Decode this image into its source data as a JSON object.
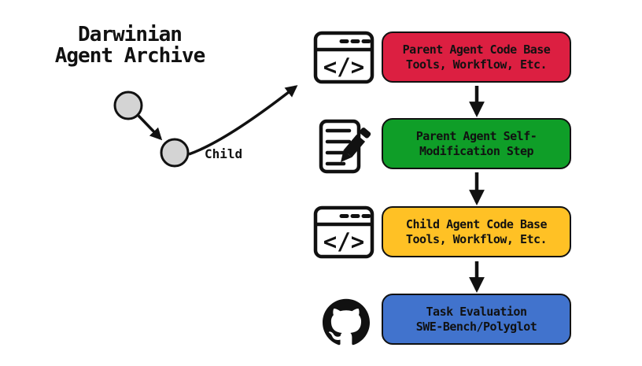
{
  "archive": {
    "title_line1": "Darwinian",
    "title_line2": "Agent Archive",
    "child_label": "Child",
    "node_fill": "#d4d4d4",
    "node_stroke": "#111111"
  },
  "flow": {
    "code_glyph": "</>",
    "steps": [
      {
        "icon": "code-window-icon",
        "line1": "Parent Agent Code Base",
        "line2": "Tools, Workflow, Etc.",
        "color": "#dc1f41"
      },
      {
        "icon": "edit-document-icon",
        "line1": "Parent Agent Self-",
        "line2": "Modification Step",
        "color": "#0f9e28"
      },
      {
        "icon": "code-window-icon",
        "line1": "Child Agent Code Base",
        "line2": "Tools, Workflow, Etc.",
        "color": "#ffc125"
      },
      {
        "icon": "github-icon",
        "line1": "Task Evaluation",
        "line2": "SWE-Bench/Polyglot",
        "color": "#4173cd"
      }
    ]
  },
  "colors": {
    "background": "#ffffff",
    "box_border": "#111111",
    "arrow": "#111111",
    "icon": "#111111"
  }
}
